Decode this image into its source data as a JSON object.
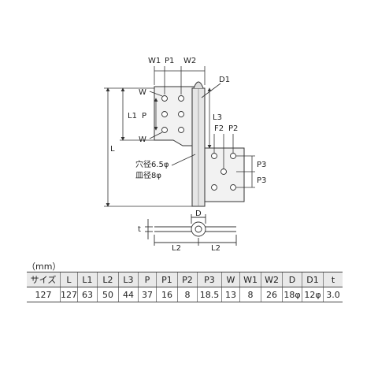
{
  "labels": {
    "w1": "W1",
    "p1": "P1",
    "w2": "W2",
    "d1": "D1",
    "w_top": "W",
    "w_bottom": "W",
    "l1": "L1",
    "p": "P",
    "l": "L",
    "l3": "L3",
    "f2_left": "F2",
    "p2": "P2",
    "p3_top": "P3",
    "p3_bottom": "P3",
    "hole": "穴径6.5φ",
    "dish": "皿径8φ",
    "d": "D",
    "t": "t",
    "l2_left": "L2",
    "l2_right": "L2"
  },
  "table": {
    "unit": "（mm）",
    "headers": [
      "サイズ",
      "L",
      "L1",
      "L2",
      "L3",
      "P",
      "P1",
      "P2",
      "P3",
      "W",
      "W1",
      "W2",
      "D",
      "D1",
      "t"
    ],
    "rows": [
      [
        "127",
        "127",
        "63",
        "50",
        "44",
        "37",
        "16",
        "8",
        "18.5",
        "13",
        "8",
        "26",
        "18φ",
        "12φ",
        "3.0"
      ]
    ]
  },
  "colors": {
    "line": "#333333",
    "header_bg": "#e9e9e9",
    "metal": "#eeeeee"
  }
}
